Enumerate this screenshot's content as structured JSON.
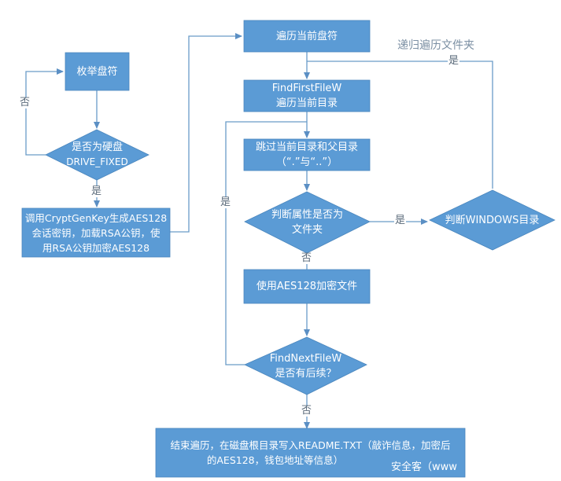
{
  "diagram": {
    "title": "Ransomware file encryption flowchart",
    "colors": {
      "node_fill": "#5b9bd5",
      "connector": "#6a9cc8",
      "label_text": "#5a6a7a",
      "background": "#ffffff"
    },
    "nodes": {
      "enum_drives": {
        "shape": "rect",
        "lines": [
          "枚举盘符"
        ]
      },
      "is_fixed_drive": {
        "shape": "diamond",
        "lines": [
          "是否为硬盘",
          "DRIVE_FIXED"
        ]
      },
      "gen_key": {
        "shape": "rect",
        "lines": [
          "调用CryptGenKey生成AES128",
          "会话密钥，加载RSA公钥，使",
          "用RSA公钥加密AES128"
        ]
      },
      "traverse_drive": {
        "shape": "rect",
        "lines": [
          "遍历当前盘符"
        ]
      },
      "find_first": {
        "shape": "rect",
        "lines": [
          "FindFirstFileW",
          "遍历当前目录"
        ]
      },
      "skip_dirs": {
        "shape": "rect",
        "lines": [
          "跳过当前目录和父目录",
          "（“.”与“..”）"
        ]
      },
      "is_folder": {
        "shape": "diamond",
        "lines": [
          "判断属性是否为",
          "文件夹"
        ]
      },
      "is_windows": {
        "shape": "diamond",
        "lines": [
          "判断WINDOWS目录"
        ]
      },
      "encrypt_file": {
        "shape": "rect",
        "lines": [
          "使用AES128加密文件"
        ]
      },
      "find_next": {
        "shape": "diamond",
        "lines": [
          "FindNextFileW",
          "是否有后续？"
        ]
      },
      "finish": {
        "shape": "rect",
        "lines": [
          "结束遍历，在磁盘根目录写入README.TXT（敲诈信息，加密后",
          "的AES128，钱包地址等信息）"
        ]
      }
    },
    "edge_labels": {
      "fixed_no": "否",
      "fixed_yes": "是",
      "recursive_title": "递归遍历文件夹",
      "recursive_yes": "是",
      "folder_yes": "是",
      "folder_no": "否",
      "next_yes": "是",
      "next_no": "否"
    },
    "watermark": "安全客（www"
  }
}
